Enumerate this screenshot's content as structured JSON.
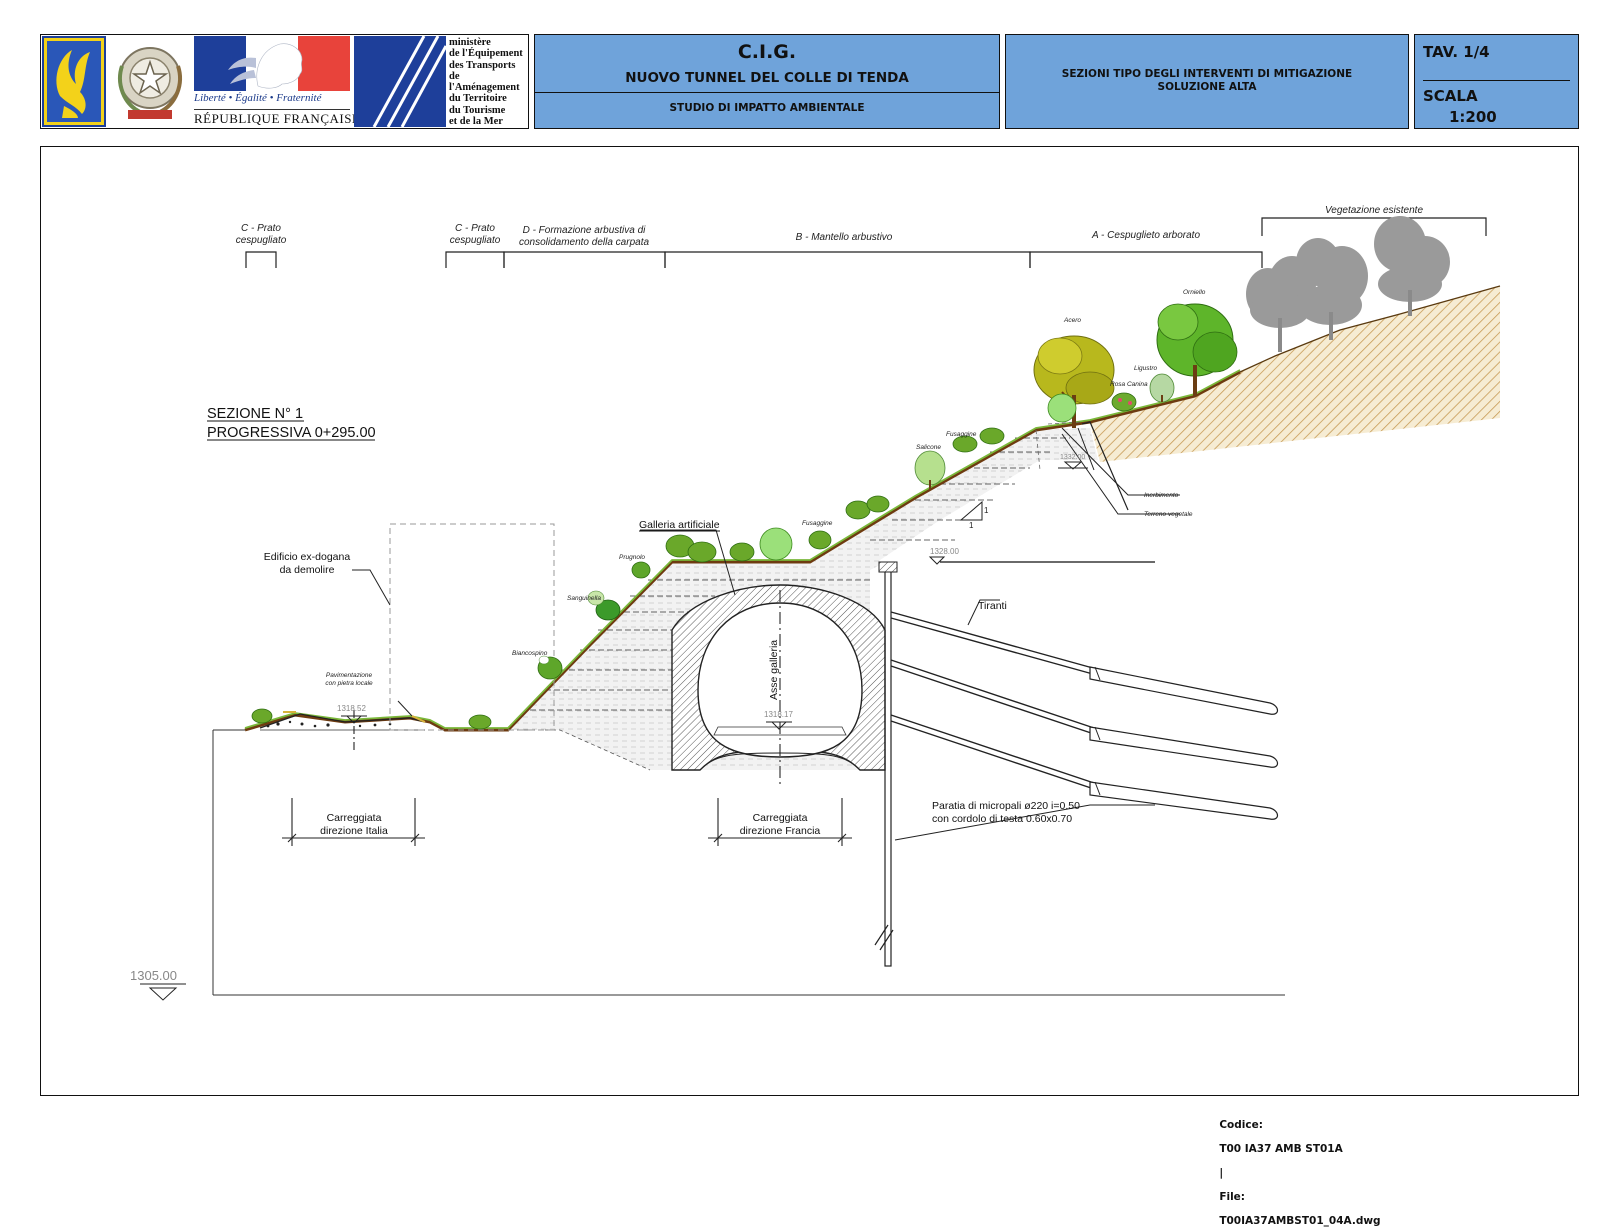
{
  "header": {
    "motto": "Liberté • Égalité • Fraternité",
    "republic": "RÉPUBLIQUE FRANÇAISE",
    "ministry_lines": [
      "ministère",
      "de l'Équipement",
      "des Transports",
      "de l'Aménagement",
      "du Territoire",
      "du Tourisme",
      "et de la Mer"
    ],
    "project_code": "C.I.G.",
    "project_name": "NUOVO TUNNEL DEL COLLE DI TENDA",
    "study": "STUDIO DI IMPATTO AMBIENTALE",
    "subject_line1": "SEZIONI TIPO DEGLI INTERVENTI DI MITIGAZIONE",
    "subject_line2": "SOLUZIONE ALTA",
    "sheet": "TAV. 1/4",
    "scale_label": "SCALA",
    "scale_value": "1:200"
  },
  "drawing": {
    "section_title": "SEZIONE N° 1",
    "section_progressive": "PROGRESSIVA 0+295.00",
    "zones": {
      "c1_line1": "C - Prato",
      "c1_line2": "cespugliato",
      "c2_line1": "C - Prato",
      "c2_line2": "cespugliato",
      "d_line1": "D - Formazione arbustiva di",
      "d_line2": "consolidamento della carpata",
      "b": "B - Mantello arbustivo",
      "a": "A - Cespuglieto arborato",
      "existing": "Vegetazione esistente"
    },
    "plants": {
      "biancospino": "Biancospino",
      "sanguinella": "Sanguinella",
      "prugnolo": "Prugnolo",
      "fusaggine1": "Fusaggine",
      "salicone": "Salicone",
      "fusaggine2": "Fusaggine",
      "acero": "Acero",
      "ligustro": "Ligustro",
      "rosa": "Rosa Canina",
      "orniello": "Orniello"
    },
    "labels": {
      "galleria": "Galleria artificiale",
      "asse": "Asse galleria",
      "edificio_line1": "Edificio ex-dogana",
      "edificio_line2": "da demolire",
      "pav_line1": "Pavimentazione",
      "pav_line2": "con pietra locale",
      "tiranti": "Tiranti",
      "paratia_line1": "Paratia di micropali ø220 i=0.50",
      "paratia_line2": "con cordolo di testa 0.60x0.70",
      "carr_it_line1": "Carreggiata",
      "carr_it_line2": "direzione Italia",
      "carr_fr_line1": "Carreggiata",
      "carr_fr_line2": "direzione Francia",
      "inerbimento": "Inerbimento",
      "terreno": "Terreno vegetale",
      "slope1": "1",
      "slope2": "1"
    },
    "elevations": {
      "datum": "1305.00",
      "road_it": "1318.52",
      "road_fr": "1318.17",
      "top": "1328.00",
      "upper": "1332.00"
    }
  },
  "footer": {
    "codice_label": "Codice:",
    "codice_value": "T00 IA37 AMB ST01A",
    "separator": "|",
    "file_label": "File:",
    "file_value": "T00IA37AMBST01_04A.dwg"
  }
}
